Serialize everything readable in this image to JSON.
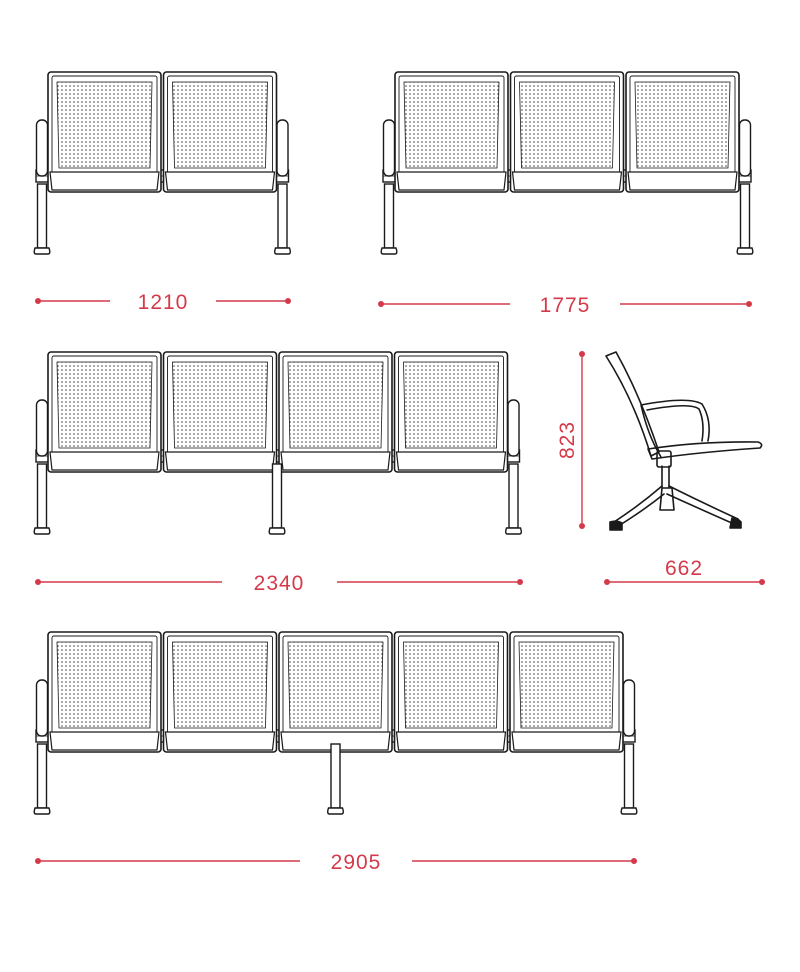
{
  "colors": {
    "dimension": "#d43a4a",
    "outline": "#1a1a1a",
    "perforation": "#444444"
  },
  "diagram": {
    "benches": [
      {
        "seats": 2,
        "width_label": "1210"
      },
      {
        "seats": 3,
        "width_label": "1775"
      },
      {
        "seats": 4,
        "width_label": "2340"
      },
      {
        "seats": 5,
        "width_label": "2905"
      }
    ],
    "side_view": {
      "height_label": "823",
      "depth_label": "662"
    }
  }
}
